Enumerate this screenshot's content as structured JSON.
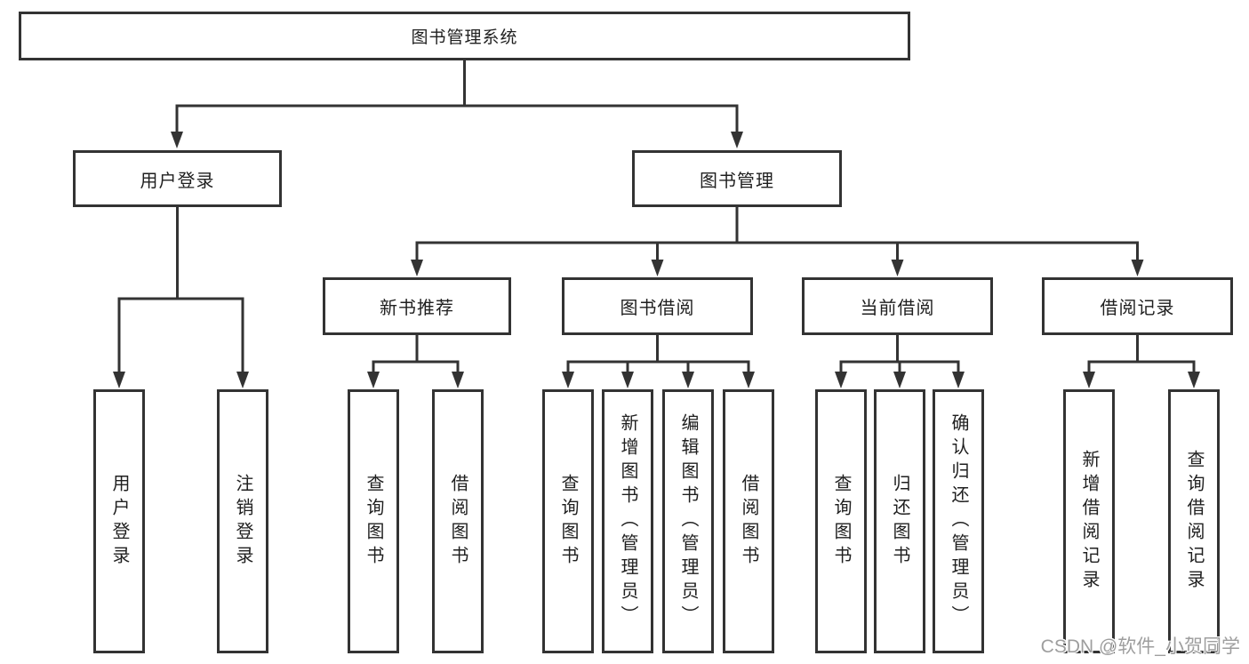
{
  "root": {
    "label": "图书管理系统"
  },
  "tree": {
    "user_login": {
      "label": "用户登录",
      "children": [
        {
          "label": "用户登录"
        },
        {
          "label": "注销登录"
        }
      ]
    },
    "book_mgmt": {
      "label": "图书管理",
      "children": {
        "new_books": {
          "label": "新书推荐",
          "children": [
            {
              "label": "查询图书"
            },
            {
              "label": "借阅图书"
            }
          ]
        },
        "book_borrow": {
          "label": "图书借阅",
          "children": [
            {
              "label": "查询图书"
            },
            {
              "label": "新增图书（管理员）"
            },
            {
              "label": "编辑图书（管理员）"
            },
            {
              "label": "借阅图书"
            }
          ]
        },
        "current_borrow": {
          "label": "当前借阅",
          "children": [
            {
              "label": "查询图书"
            },
            {
              "label": "归还图书"
            },
            {
              "label": "确认归还（管理员）"
            }
          ]
        },
        "borrow_records": {
          "label": "借阅记录",
          "children": [
            {
              "label": "新增借阅记录"
            },
            {
              "label": "查询借阅记录"
            }
          ]
        }
      }
    }
  },
  "watermark": {
    "text": "CSDN @软件_小贺同学"
  },
  "colors": {
    "line": "#333333",
    "text": "#1f1f1f",
    "watermark": "#9e9e9e",
    "background": "#ffffff"
  }
}
